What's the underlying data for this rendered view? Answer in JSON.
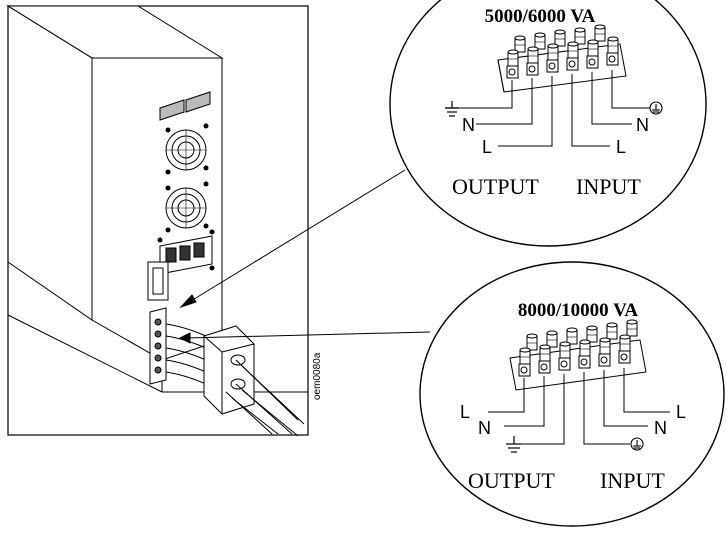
{
  "top_callout": {
    "title": "5000/6000 VA",
    "label_n_left": "N",
    "label_l_left": "L",
    "label_n_right": "N",
    "label_l_right": "L",
    "output_label": "OUTPUT",
    "input_label": "INPUT"
  },
  "bottom_callout": {
    "title": "8000/10000 VA",
    "label_l_far_left": "L",
    "label_n_left": "N",
    "label_n_right": "N",
    "label_l_far_right": "L",
    "output_label": "OUTPUT",
    "input_label": "INPUT"
  },
  "figure_code": "oem0080a",
  "icons": {
    "ground": "ground-icon",
    "protective_earth": "protective-earth-icon"
  }
}
